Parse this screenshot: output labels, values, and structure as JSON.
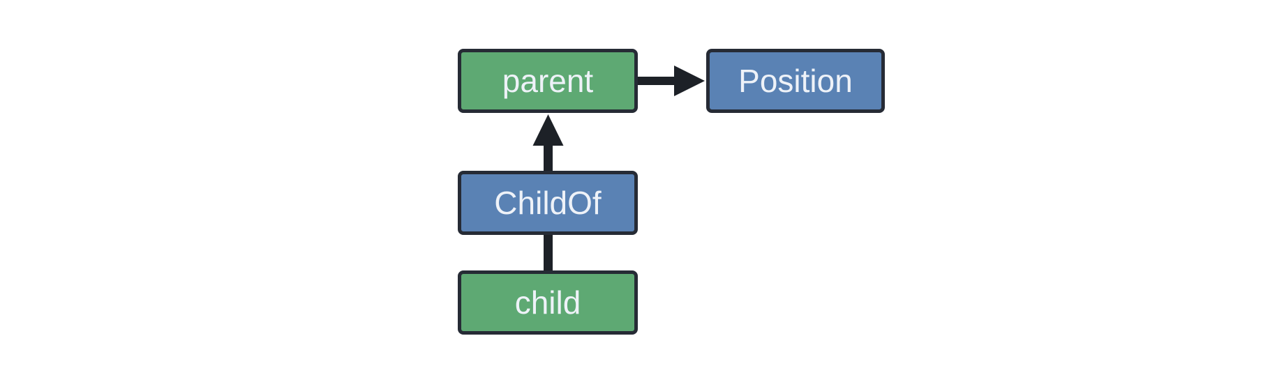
{
  "diagram": {
    "background": "#ffffff",
    "nodes": [
      {
        "id": "parent",
        "label": "parent",
        "fill": "#5ea973"
      },
      {
        "id": "Position",
        "label": "Position",
        "fill": "#5a82b4"
      },
      {
        "id": "ChildOf",
        "label": "ChildOf",
        "fill": "#5a82b4"
      },
      {
        "id": "child",
        "label": "child",
        "fill": "#5ea973"
      }
    ],
    "edges": [
      {
        "from": "parent",
        "to": "Position",
        "arrowhead": true,
        "direction": "right"
      },
      {
        "from": "ChildOf",
        "to": "parent",
        "arrowhead": true,
        "direction": "up"
      },
      {
        "from": "child",
        "to": "ChildOf",
        "arrowhead": false,
        "direction": "up"
      }
    ],
    "colors": {
      "entity_fill": "#5ea973",
      "relation_fill": "#5a82b4",
      "node_border": "#262b35",
      "edge": "#1d2127",
      "label_text": "#eef2f8",
      "background": "#ffffff"
    }
  }
}
